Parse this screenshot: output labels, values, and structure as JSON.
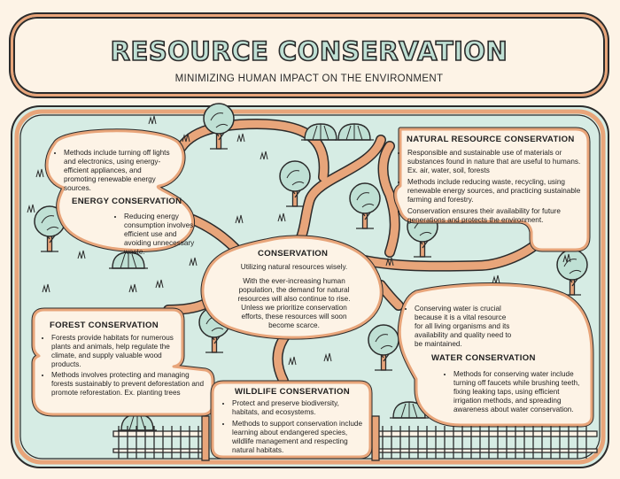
{
  "header": {
    "title": "RESOURCE CONSERVATION",
    "subtitle": "MINIMIZING HUMAN IMPACT ON THE ENVIRONMENT"
  },
  "energy": {
    "heading": "ENERGY CONSERVATION",
    "bullets": [
      "Methods include turning off lights and electronics, using energy-efficient appliances, and promoting renewable energy sources.",
      "Reducing energy consumption involves efficient use and avoiding unnecessary waste."
    ]
  },
  "natural": {
    "heading": "NATURAL RESOURCE CONSERVATION",
    "bullets": [
      "Responsible and sustainable use of materials or substances found in nature that are useful to humans. Ex. air, water, soil, forests",
      "Methods include reducing waste, recycling, using renewable energy sources, and practicing sustainable farming and forestry.",
      "Conservation ensures their availability for future generations and protects the environment."
    ]
  },
  "conservation": {
    "heading": "CONSERVATION",
    "definition": "Utilizing natural resources wisely.",
    "body": "With the ever-increasing human population, the demand for natural resources will also continue to rise. Unless we prioritize conservation efforts, these resources will soon become scarce."
  },
  "forest": {
    "heading": "FOREST CONSERVATION",
    "bullets": [
      "Forests provide habitats for numerous plants and animals, help regulate the climate, and supply valuable wood products.",
      "Methods involves protecting and managing forests sustainably to prevent deforestation and promote reforestation. Ex. planting trees"
    ]
  },
  "water": {
    "heading": "WATER CONSERVATION",
    "bullets": [
      "Conserving water is crucial because it is a vital resource for all living organisms and its availability and quality need to be maintained.",
      "Methods for conserving water include turning off faucets while brushing teeth, fixing leaking taps, using efficient irrigation methods, and spreading awareness about water conservation."
    ]
  },
  "wildlife": {
    "heading": "WILDLIFE CONSERVATION",
    "bullets": [
      "Protect and preserve biodiversity, habitats, and ecosystems.",
      "Methods to support conservation include learning about endangered species, wildlife management and respecting natural habitats."
    ]
  },
  "colors": {
    "outline": "#2b2b2b",
    "path_orange": "#e8a57a",
    "grass": "#d6ece4",
    "cream": "#fdf3e6",
    "title_fill": "#bfe0d4"
  }
}
